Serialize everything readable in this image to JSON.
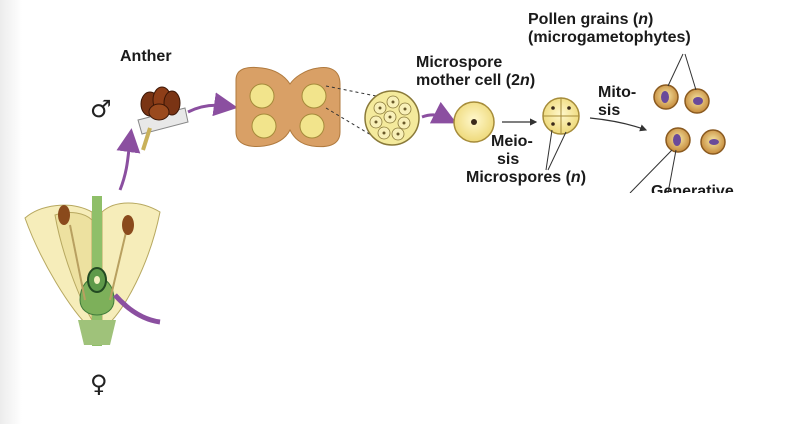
{
  "labels": {
    "anther": "Anther",
    "male_symbol": "♂",
    "female_symbol": "♀",
    "microspore_mother_cell_line1": "Microspore",
    "microspore_mother_cell_line2_prefix": "mother cell (2",
    "microspore_mother_cell_line2_italic": "n",
    "microspore_mother_cell_line2_suffix": ")",
    "pollen_line1_prefix": "Pollen grains (",
    "pollen_line1_italic": "n",
    "pollen_line1_suffix": ")",
    "pollen_line2": "(microgametophytes)",
    "mitosis_line1": "Mito-",
    "mitosis_line2": "sis",
    "meiosis_line1": "Meio-",
    "meiosis_line2": "sis",
    "microspores_prefix": "Microspores (",
    "microspores_italic": "n",
    "microspores_suffix": ")",
    "generative_cut": "Generative"
  },
  "colors": {
    "arrow_purple": "#8b4fa0",
    "flower_petal": "#f4ecb6",
    "flower_stem": "#8fb86a",
    "anther_brown": "#7a3414",
    "section_tan": "#d9a066",
    "cell_yellow": "#f2e48c",
    "nucleus_purple": "#6a4a9a"
  }
}
